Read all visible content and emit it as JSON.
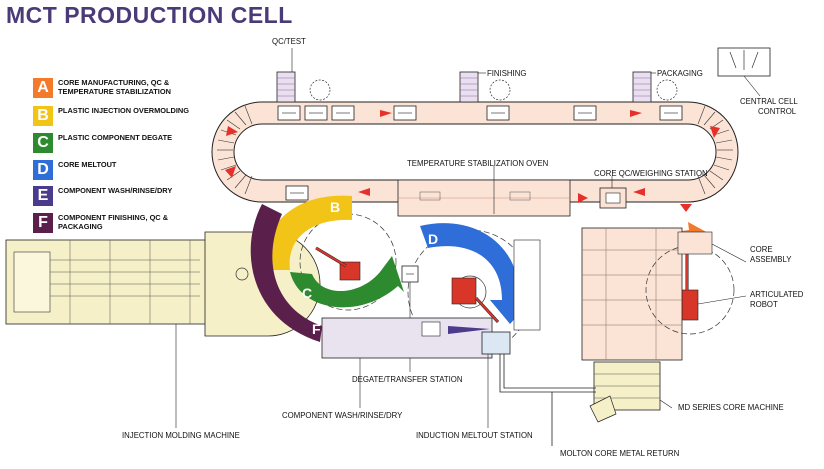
{
  "title": "MCT PRODUCTION CELL",
  "legend": [
    {
      "letter": "A",
      "color": "#f37a2a",
      "text": "CORE MANUFACTURING, QC & TEMPERATURE STABILIZATION"
    },
    {
      "letter": "B",
      "color": "#f2c418",
      "text": "PLASTIC INJECTION OVERMOLDING"
    },
    {
      "letter": "C",
      "color": "#2e8a2e",
      "text": "PLASTIC COMPONENT DEGATE"
    },
    {
      "letter": "D",
      "color": "#2f6ed8",
      "text": "CORE MELTOUT"
    },
    {
      "letter": "E",
      "color": "#4a3b8c",
      "text": "COMPONENT WASH/RINSE/DRY"
    },
    {
      "letter": "F",
      "color": "#5a1f4a",
      "text": "COMPONENT FINISHING, QC & PACKAGING"
    }
  ],
  "labels": {
    "qc_test": "QC/TEST",
    "finishing": "FINISHING",
    "packaging": "PACKAGING",
    "central_cell_control": "CENTRAL CELL CONTROL",
    "temperature_stabilization_oven": "TEMPERATURE STABILIZATION OVEN",
    "core_qc_weighing_station": "CORE QC/WEIGHING STATION",
    "core_assembly": "CORE ASSEMBLY",
    "articulated_robot": "ARTICULATED ROBOT",
    "degate_transfer_station": "DEGATE/TRANSFER STATION",
    "component_wash_rinse_dry": "COMPONENT WASH/RINSE/DRY",
    "induction_meltout_station": "INDUCTION MELTOUT STATION",
    "md_series_core_machine": "MD SERIES CORE MACHINE",
    "injection_molding_machine": "INJECTION MOLDING MACHINE",
    "molton_core_metal_return": "MOLTON CORE METAL RETURN"
  },
  "colors": {
    "title": "#4a3b78",
    "conveyor_fill": "#fbe3d6",
    "machine_fill": "#f5f0c8",
    "station_fill": "#e9e2ef",
    "arrow_red": "#e8302a",
    "line": "#222222"
  }
}
